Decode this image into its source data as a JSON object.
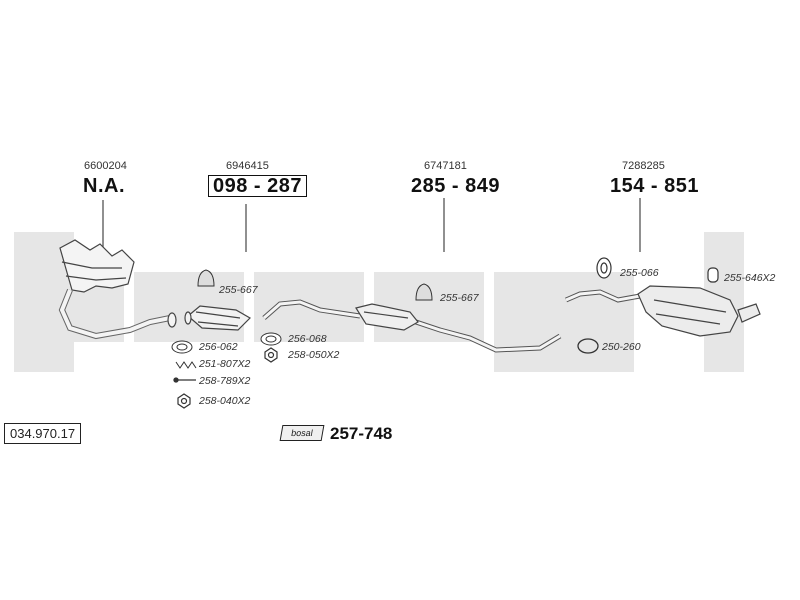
{
  "reference": "034.970.17",
  "sections": [
    {
      "oe": "6600204",
      "number": "N.A.",
      "boxed": false
    },
    {
      "oe": "6946415",
      "number": "098 - 287",
      "boxed": true
    },
    {
      "oe": "6747181",
      "number": "285 - 849",
      "boxed": false
    },
    {
      "oe": "7288285",
      "number": "154 - 851",
      "boxed": false
    }
  ],
  "parts": [
    "255-667",
    "256-062",
    "251-807X2",
    "258-789X2",
    "258-040X2",
    "256-068",
    "258-050X2",
    "255-667",
    "255-066",
    "255-646X2",
    "250-260"
  ],
  "kit": {
    "tag": "bosal",
    "number": "257-748"
  },
  "colors": {
    "background_watermark": "#e6e6e6",
    "line": "#555555"
  }
}
